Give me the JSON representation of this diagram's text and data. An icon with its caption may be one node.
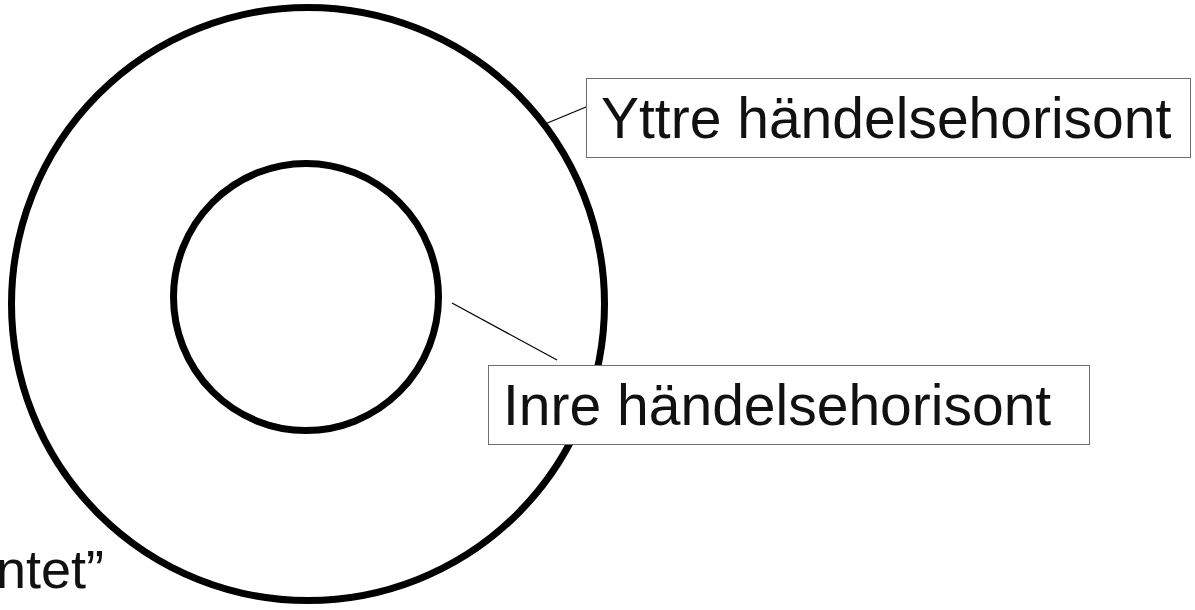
{
  "diagram": {
    "nodes": [
      {
        "text": [],
        "shape": "circle"
      },
      {
        "text": [],
        "shape": "circle",
        "in": 0
      },
      {
        "text": [
          "Yttre händelsehorisont"
        ]
      },
      {
        "text": [
          "Inre händelsehorisont"
        ]
      }
    ],
    "edges": [
      {
        "from": 2,
        "to": 0,
        "arrow": "none"
      },
      {
        "from": 3,
        "to": 1,
        "arrow": "none"
      }
    ],
    "labels": [
      "ntet”"
    ]
  }
}
